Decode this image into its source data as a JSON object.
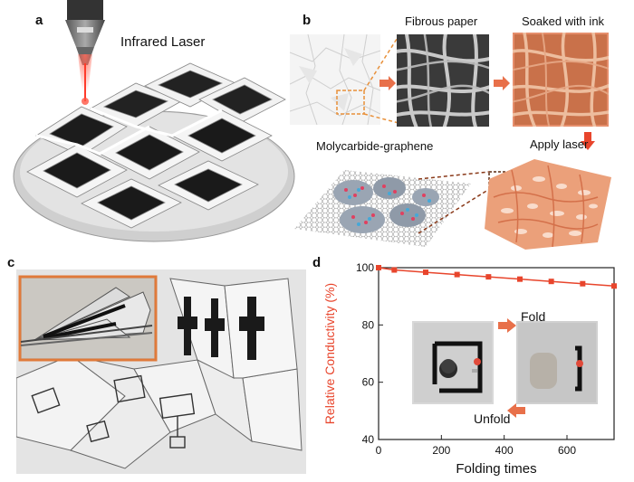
{
  "panels": {
    "a": {
      "letter": "a",
      "laser_label": "Infrared Laser"
    },
    "b": {
      "letter": "b",
      "fibrous_paper": "Fibrous paper",
      "soaked_with_ink": "Soaked with ink",
      "apply_laser": "Apply laser",
      "molycarbide_graphene": "Molycarbide-graphene"
    },
    "c": {
      "letter": "c"
    },
    "d": {
      "letter": "d",
      "fold_label": "Fold",
      "unfold_label": "Unfold"
    }
  },
  "colors": {
    "accent": "#e8452c",
    "photo_frame": "#e07a3a",
    "dashed": "#e8903a",
    "axis": "#222222",
    "ink_orange": "#d9825a"
  },
  "chart_data": {
    "type": "line",
    "xlabel": "Folding times",
    "ylabel": "Relative Conductivity (%)",
    "xlim": [
      0,
      750
    ],
    "ylim": [
      40,
      100
    ],
    "xticks": [
      0,
      200,
      400,
      600
    ],
    "yticks": [
      40,
      60,
      80,
      100
    ],
    "x": [
      0,
      50,
      150,
      250,
      350,
      450,
      550,
      650,
      750
    ],
    "values": [
      100,
      99.2,
      98.4,
      97.6,
      96.8,
      96.0,
      95.2,
      94.4,
      93.6
    ],
    "marker": "square",
    "legend": "none",
    "grid": false
  }
}
